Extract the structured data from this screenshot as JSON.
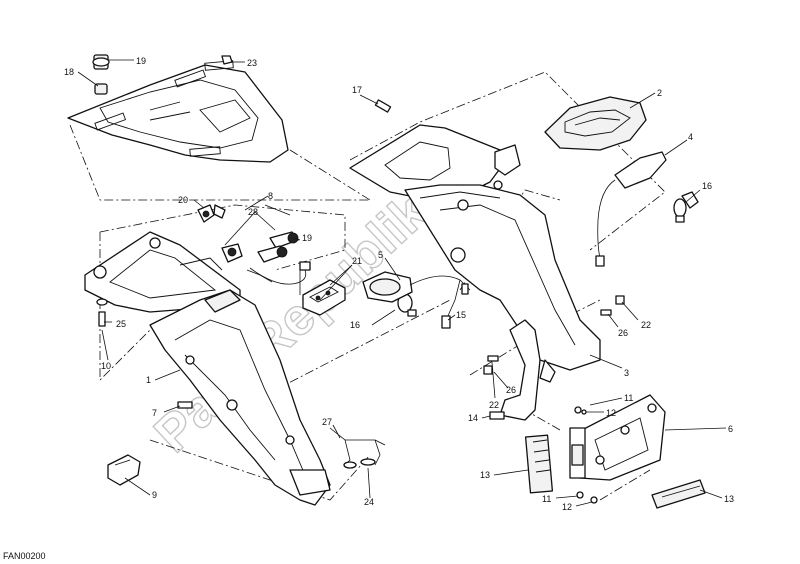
{
  "diagram": {
    "watermark": "PartsRepublik",
    "code": "FAN00200",
    "callouts": [
      {
        "id": "c19a",
        "text": "19"
      },
      {
        "id": "c18",
        "text": "18"
      },
      {
        "id": "c23",
        "text": "23"
      },
      {
        "id": "c17",
        "text": "17"
      },
      {
        "id": "c2",
        "text": "2"
      },
      {
        "id": "c4",
        "text": "4"
      },
      {
        "id": "c16a",
        "text": "16"
      },
      {
        "id": "c20",
        "text": "20"
      },
      {
        "id": "c8",
        "text": "8"
      },
      {
        "id": "c28",
        "text": "28"
      },
      {
        "id": "c19b",
        "text": "19"
      },
      {
        "id": "c5",
        "text": "5"
      },
      {
        "id": "c21",
        "text": "21"
      },
      {
        "id": "c16b",
        "text": "16"
      },
      {
        "id": "c15",
        "text": "15"
      },
      {
        "id": "c25",
        "text": "25"
      },
      {
        "id": "c10",
        "text": "10"
      },
      {
        "id": "c1",
        "text": "1"
      },
      {
        "id": "c7",
        "text": "7"
      },
      {
        "id": "c9",
        "text": "9"
      },
      {
        "id": "c27",
        "text": "27"
      },
      {
        "id": "c24",
        "text": "24"
      },
      {
        "id": "c26a",
        "text": "26"
      },
      {
        "id": "c22a",
        "text": "22"
      },
      {
        "id": "c3",
        "text": "3"
      },
      {
        "id": "c26b",
        "text": "26"
      },
      {
        "id": "c22b",
        "text": "22"
      },
      {
        "id": "c14",
        "text": "14"
      },
      {
        "id": "c11a",
        "text": "11"
      },
      {
        "id": "c12a",
        "text": "12"
      },
      {
        "id": "c6",
        "text": "6"
      },
      {
        "id": "c13a",
        "text": "13"
      },
      {
        "id": "c11b",
        "text": "11"
      },
      {
        "id": "c12b",
        "text": "12"
      },
      {
        "id": "c13b",
        "text": "13"
      }
    ]
  }
}
